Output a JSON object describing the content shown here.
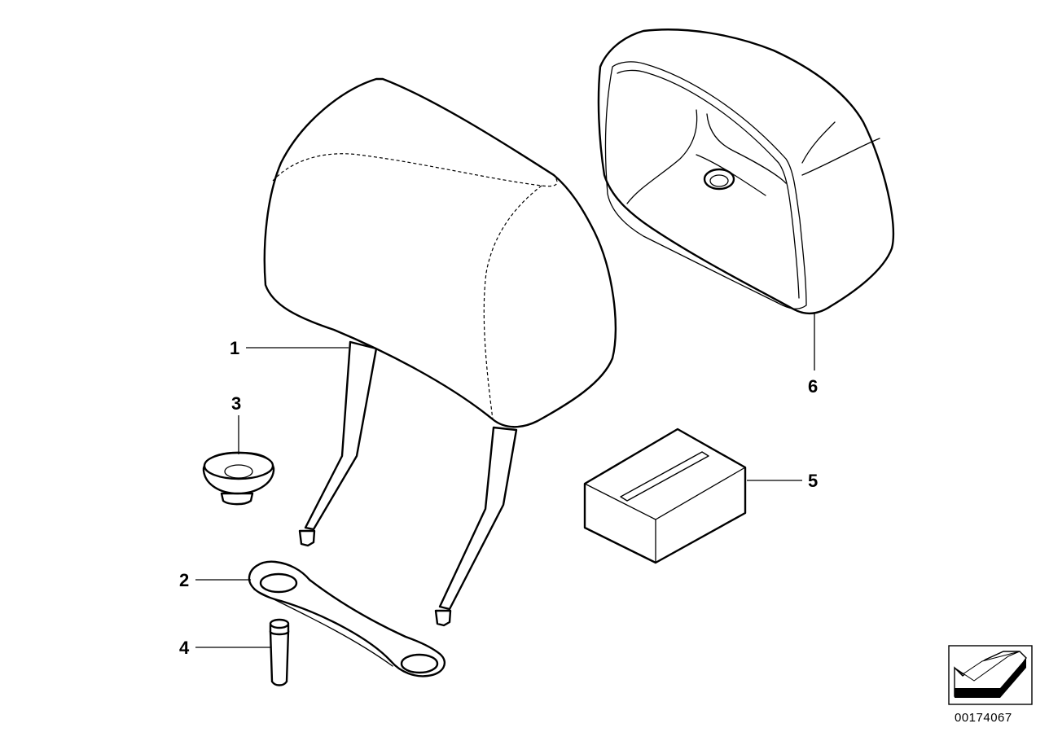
{
  "callouts": {
    "part1": "1",
    "part2": "2",
    "part3": "3",
    "part4": "4",
    "part5": "5",
    "part6": "6"
  },
  "reference_number": "00174067",
  "colors": {
    "line": "#000000",
    "background": "#ffffff"
  },
  "icons": {
    "direction_indicator": "arrow-down-left-icon"
  }
}
